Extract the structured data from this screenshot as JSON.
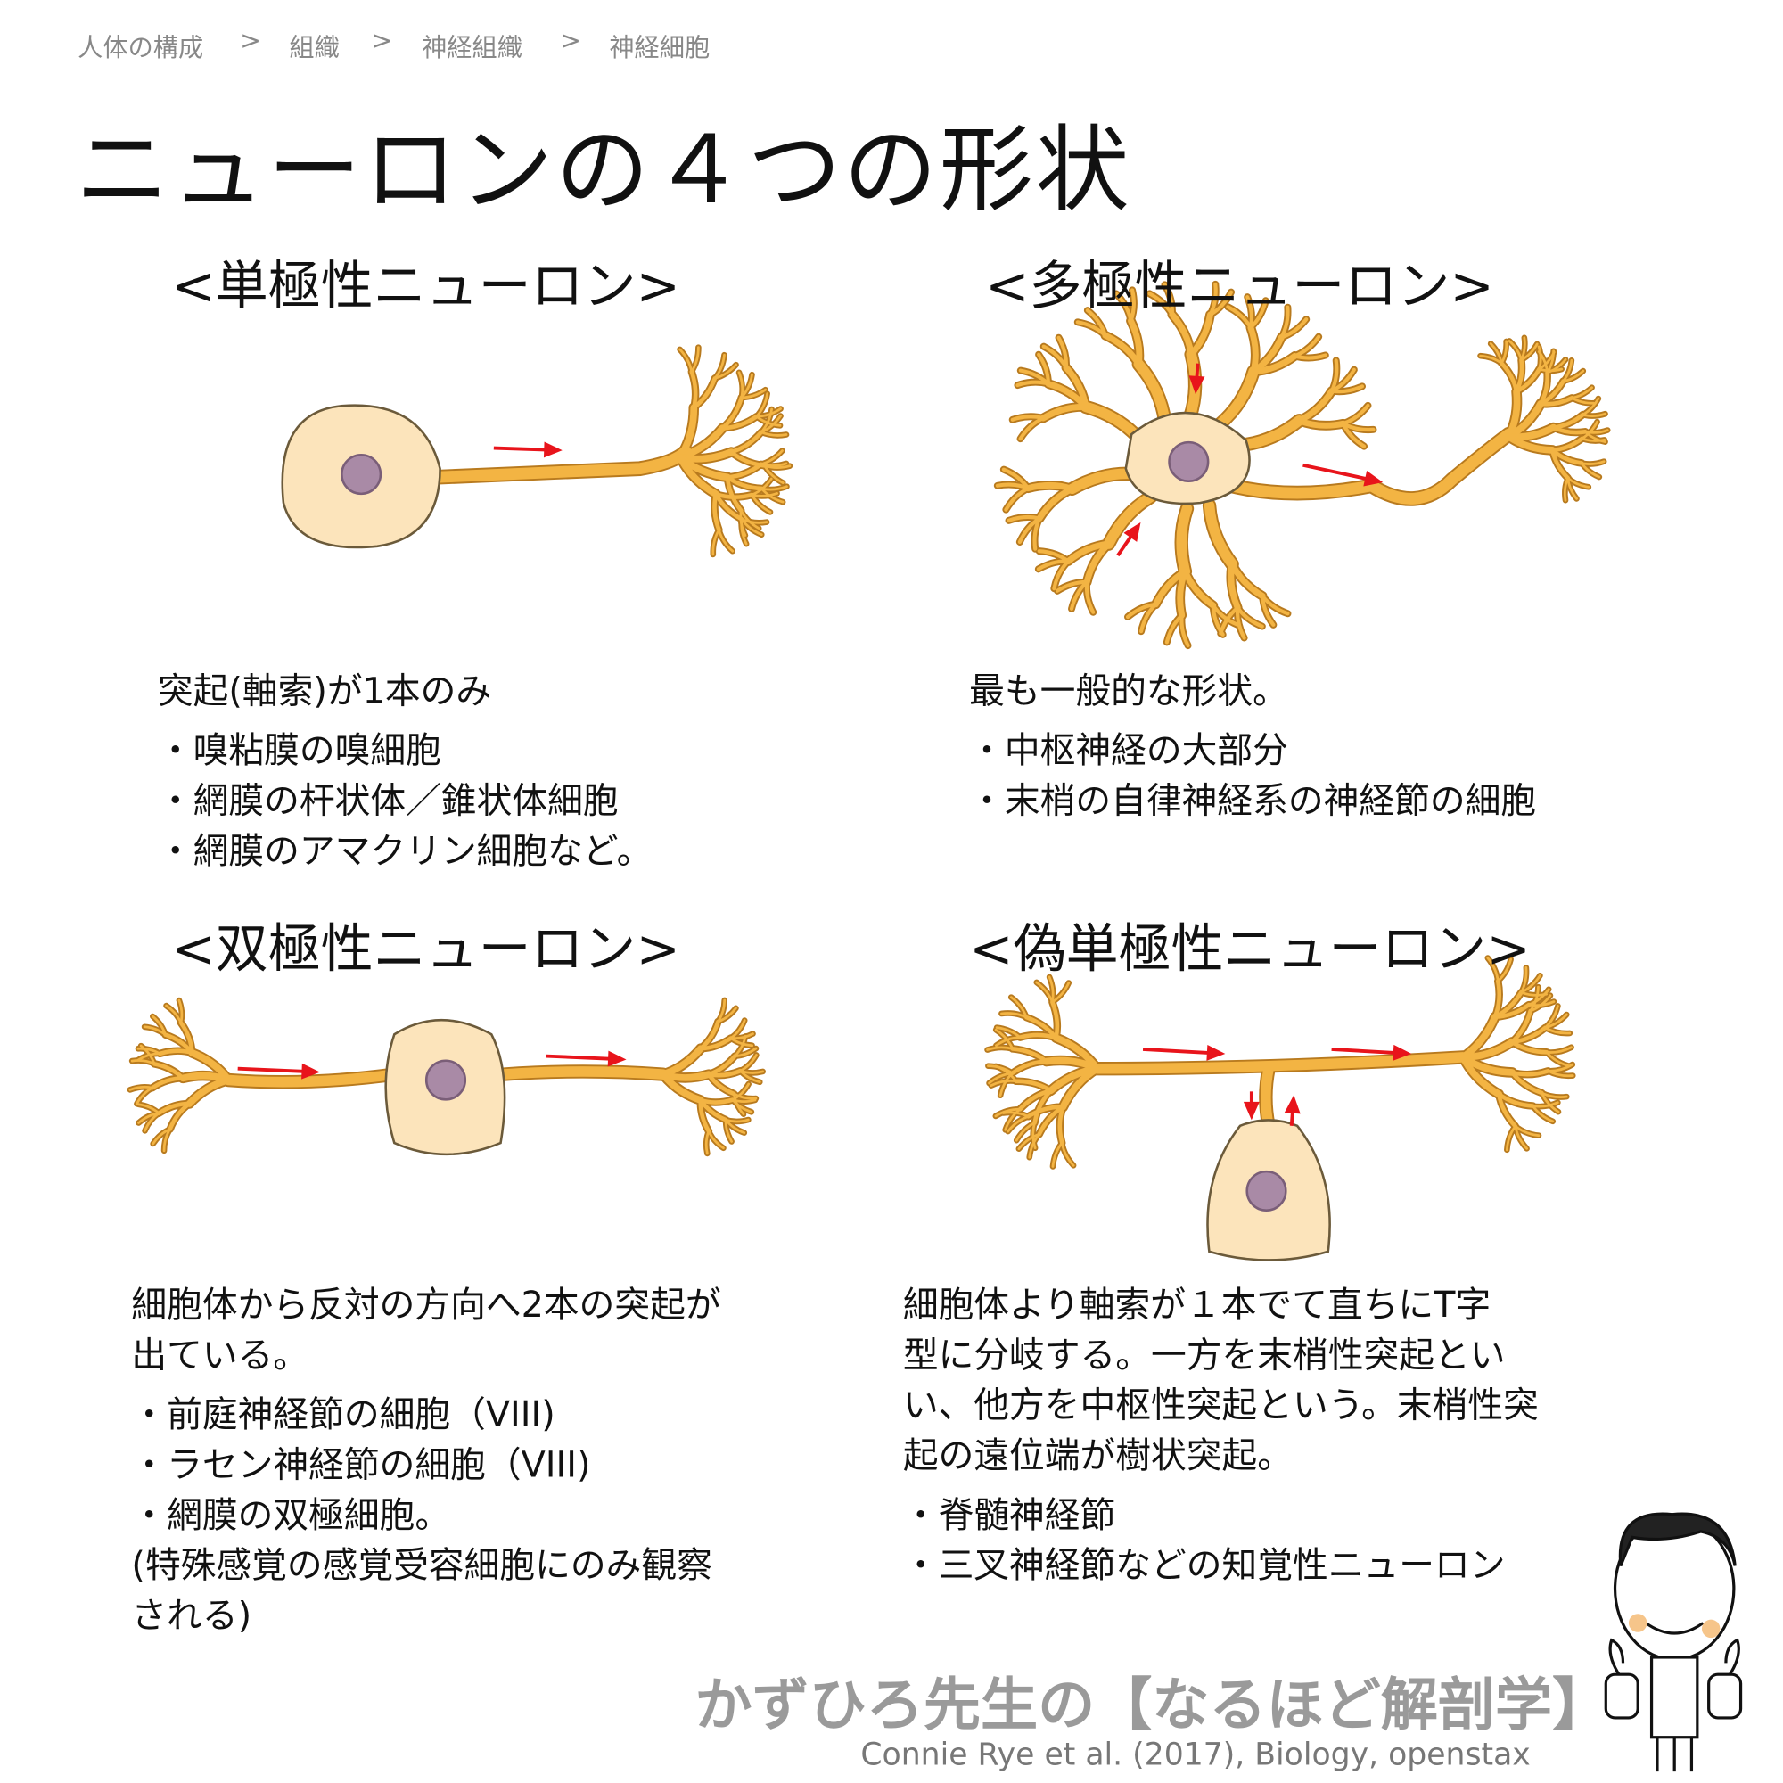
{
  "breadcrumb": {
    "items": [
      "人体の構成",
      "組織",
      "神経組織",
      "神経細胞"
    ],
    "separator": ">"
  },
  "title": "ニューロンの４つの形状",
  "sections": [
    {
      "heading": "<単極性ニューロン>",
      "lines": [
        "突起(軸索)が1本のみ",
        "・嗅粘膜の嗅細胞",
        "・網膜の杆状体／錐状体細胞",
        "・網膜のアマクリン細胞など。"
      ]
    },
    {
      "heading": "<多極性ニューロン>",
      "lines": [
        "最も一般的な形状。",
        "・中枢神経の大部分",
        "・末梢の自律神経系の神経節の細胞"
      ]
    },
    {
      "heading": "<双極性ニューロン>",
      "lines": [
        "細胞体から反対の方向へ2本の突起が",
        "出ている。",
        "・前庭神経節の細胞（VIII)",
        "・ラセン神経節の細胞（VIII)",
        "・網膜の双極細胞。",
        "(特殊感覚の感覚受容細胞にのみ観察",
        "される)"
      ]
    },
    {
      "heading": "<偽単極性ニューロン>",
      "lines": [
        "細胞体より軸索が１本でて直ちにT字",
        "型に分岐する。一方を末梢性突起とい",
        "い、他方を中枢性突起という。末梢性突",
        "起の遠位端が樹状突起。",
        "・脊髄神経節",
        "・三叉神経節などの知覚性ニューロン"
      ]
    }
  ],
  "footer": {
    "brand": "かずひろ先生の【なるほど解剖学】",
    "citation": "Connie Rye et al. (2017), Biology, openstax"
  },
  "colors": {
    "process": "#f3b443",
    "outline": "#b87a1e",
    "soma": "#fce4bb",
    "nucleus": "#a98aa6",
    "arrow": "#e8141b"
  }
}
